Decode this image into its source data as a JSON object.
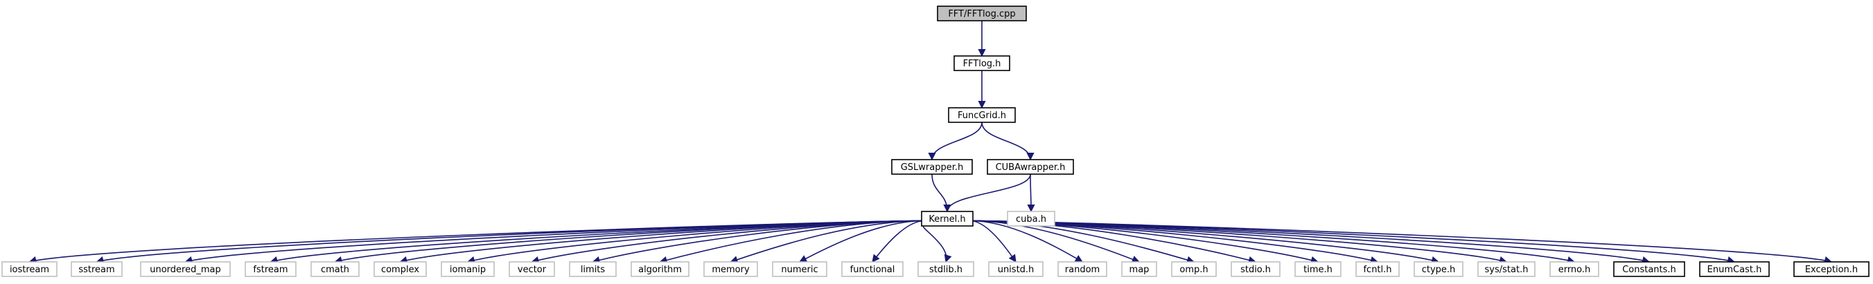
{
  "diagram_title": "",
  "colors": {
    "edge": "#191970",
    "root_fill": "#bfbfbf",
    "root_border": "#000000",
    "local_border": "#000000",
    "system_border": "#bfbfbf",
    "node_fill": "#ffffff",
    "text": "#000000"
  },
  "nodes": [
    {
      "id": "fftlog_cpp",
      "label": "FFT/FFTlog.cpp",
      "kind": "root"
    },
    {
      "id": "fftlog_h",
      "label": "FFTlog.h",
      "kind": "local"
    },
    {
      "id": "funcgrid_h",
      "label": "FuncGrid.h",
      "kind": "local"
    },
    {
      "id": "gslwrapper_h",
      "label": "GSLwrapper.h",
      "kind": "local"
    },
    {
      "id": "cubawrapper_h",
      "label": "CUBAwrapper.h",
      "kind": "local"
    },
    {
      "id": "kernel_h",
      "label": "Kernel.h",
      "kind": "local"
    },
    {
      "id": "cuba_h",
      "label": "cuba.h",
      "kind": "system"
    },
    {
      "id": "iostream",
      "label": "iostream",
      "kind": "system"
    },
    {
      "id": "sstream",
      "label": "sstream",
      "kind": "system"
    },
    {
      "id": "unordered_map",
      "label": "unordered_map",
      "kind": "system"
    },
    {
      "id": "fstream",
      "label": "fstream",
      "kind": "system"
    },
    {
      "id": "cmath",
      "label": "cmath",
      "kind": "system"
    },
    {
      "id": "complex",
      "label": "complex",
      "kind": "system"
    },
    {
      "id": "iomanip",
      "label": "iomanip",
      "kind": "system"
    },
    {
      "id": "vector",
      "label": "vector",
      "kind": "system"
    },
    {
      "id": "limits",
      "label": "limits",
      "kind": "system"
    },
    {
      "id": "algorithm",
      "label": "algorithm",
      "kind": "system"
    },
    {
      "id": "memory",
      "label": "memory",
      "kind": "system"
    },
    {
      "id": "numeric",
      "label": "numeric",
      "kind": "system"
    },
    {
      "id": "functional",
      "label": "functional",
      "kind": "system"
    },
    {
      "id": "stdlib_h",
      "label": "stdlib.h",
      "kind": "system"
    },
    {
      "id": "unistd_h",
      "label": "unistd.h",
      "kind": "system"
    },
    {
      "id": "random",
      "label": "random",
      "kind": "system"
    },
    {
      "id": "map",
      "label": "map",
      "kind": "system"
    },
    {
      "id": "omp_h",
      "label": "omp.h",
      "kind": "system"
    },
    {
      "id": "stdio_h",
      "label": "stdio.h",
      "kind": "system"
    },
    {
      "id": "time_h",
      "label": "time.h",
      "kind": "system"
    },
    {
      "id": "fcntl_h",
      "label": "fcntl.h",
      "kind": "system"
    },
    {
      "id": "ctype_h",
      "label": "ctype.h",
      "kind": "system"
    },
    {
      "id": "sys_stat_h",
      "label": "sys/stat.h",
      "kind": "system"
    },
    {
      "id": "errno_h",
      "label": "errno.h",
      "kind": "system"
    },
    {
      "id": "constants_h",
      "label": "Constants.h",
      "kind": "local"
    },
    {
      "id": "enumcast_h",
      "label": "EnumCast.h",
      "kind": "local"
    },
    {
      "id": "exception_h",
      "label": "Exception.h",
      "kind": "local"
    }
  ],
  "edges": [
    [
      "fftlog_cpp",
      "fftlog_h"
    ],
    [
      "fftlog_h",
      "funcgrid_h"
    ],
    [
      "funcgrid_h",
      "gslwrapper_h"
    ],
    [
      "funcgrid_h",
      "cubawrapper_h"
    ],
    [
      "gslwrapper_h",
      "kernel_h"
    ],
    [
      "cubawrapper_h",
      "kernel_h"
    ],
    [
      "cubawrapper_h",
      "cuba_h"
    ],
    [
      "kernel_h",
      "iostream"
    ],
    [
      "kernel_h",
      "sstream"
    ],
    [
      "kernel_h",
      "unordered_map"
    ],
    [
      "kernel_h",
      "fstream"
    ],
    [
      "kernel_h",
      "cmath"
    ],
    [
      "kernel_h",
      "complex"
    ],
    [
      "kernel_h",
      "iomanip"
    ],
    [
      "kernel_h",
      "vector"
    ],
    [
      "kernel_h",
      "limits"
    ],
    [
      "kernel_h",
      "algorithm"
    ],
    [
      "kernel_h",
      "memory"
    ],
    [
      "kernel_h",
      "numeric"
    ],
    [
      "kernel_h",
      "functional"
    ],
    [
      "kernel_h",
      "stdlib_h"
    ],
    [
      "kernel_h",
      "unistd_h"
    ],
    [
      "kernel_h",
      "random"
    ],
    [
      "kernel_h",
      "map"
    ],
    [
      "kernel_h",
      "omp_h"
    ],
    [
      "kernel_h",
      "stdio_h"
    ],
    [
      "kernel_h",
      "time_h"
    ],
    [
      "kernel_h",
      "fcntl_h"
    ],
    [
      "kernel_h",
      "ctype_h"
    ],
    [
      "kernel_h",
      "sys_stat_h"
    ],
    [
      "kernel_h",
      "errno_h"
    ],
    [
      "kernel_h",
      "constants_h"
    ],
    [
      "kernel_h",
      "enumcast_h"
    ],
    [
      "kernel_h",
      "exception_h"
    ]
  ]
}
